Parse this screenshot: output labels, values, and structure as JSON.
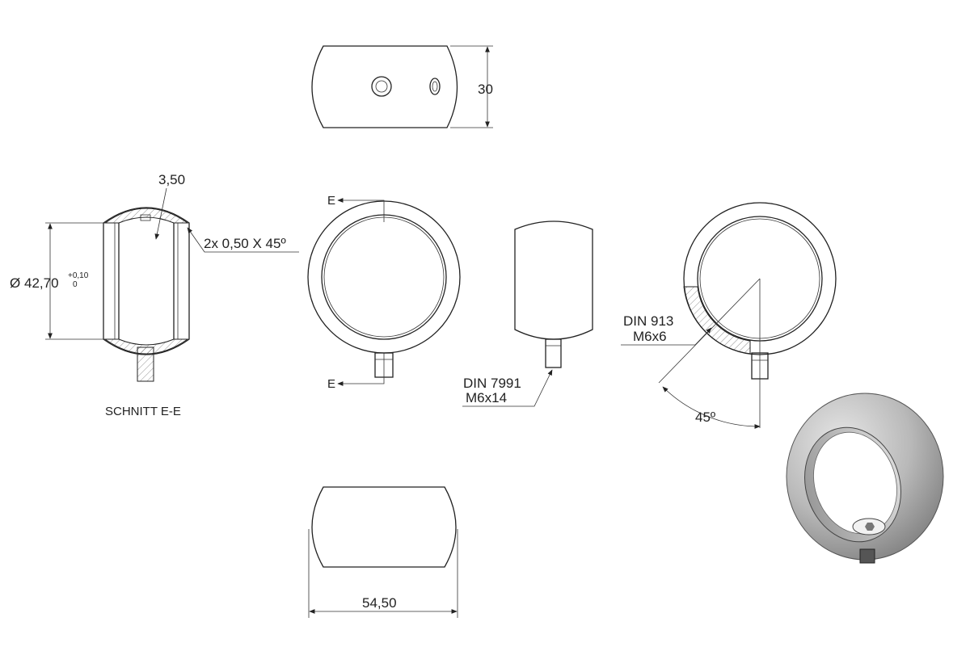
{
  "dimensions": {
    "height_top": "30",
    "wall": "3,50",
    "chamfer": "2x 0,50 X 45º",
    "diameter_symbol": "Ø",
    "diameter": "42,70",
    "tol_upper": "+0,10",
    "tol_lower": "0",
    "width_bottom": "54,50",
    "angle": "45º"
  },
  "section": {
    "title": "SCHNITT E-E",
    "marker_top": "E",
    "marker_bottom": "E"
  },
  "callouts": {
    "screw_side_std": "DIN 7991",
    "screw_side_size": "M6x14",
    "set_screw_std": "DIN 913",
    "set_screw_size": "M6x6"
  },
  "colors": {
    "line": "#222222",
    "shade_light": "#c8c8c8",
    "shade_dark": "#8e8e8e",
    "background": "#ffffff"
  }
}
